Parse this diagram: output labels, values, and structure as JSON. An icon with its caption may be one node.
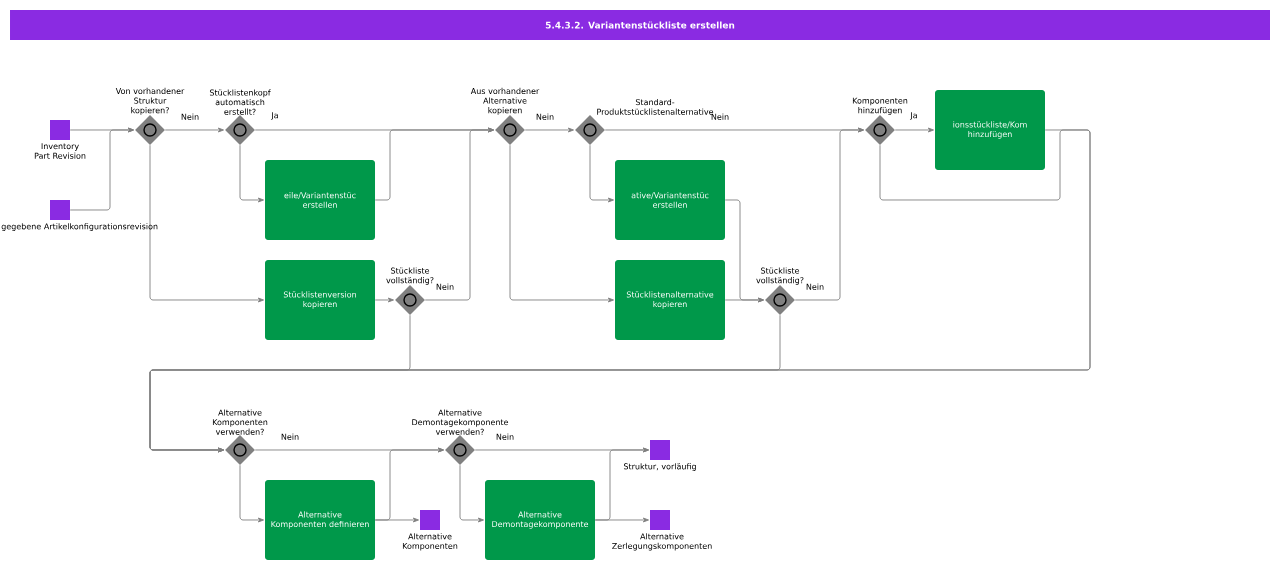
{
  "diagram": {
    "title": "5.4.3.2. Variantenstückliste erstellen",
    "nodes": [
      {
        "text": [],
        "shape": "box",
        "beside": [
          "Inventory Part Revision"
        ]
      },
      {
        "text": [],
        "shape": "box",
        "beside": [
          "gegebene Artikelkonfigurationsrevision"
        ]
      },
      {
        "text": [],
        "shape": "diamond",
        "beside": [
          "Von vorhandener Struktur kopieren?"
        ]
      },
      {
        "text": [],
        "shape": "diamond",
        "beside": [
          "Stücklistenkopf automatisch erstellt?"
        ]
      },
      {
        "text": [
          "eile/Variantenstüc erstellen"
        ]
      },
      {
        "text": [
          "Stücklistenversion kopieren"
        ]
      },
      {
        "text": [],
        "shape": "diamond",
        "beside": [
          "Stückliste vollständig?"
        ]
      },
      {
        "text": [],
        "shape": "diamond",
        "beside": [
          "Aus vorhandener Alternative kopieren"
        ]
      },
      {
        "text": [],
        "shape": "diamond",
        "beside": [
          "Standard-Produktstücklistenalternative"
        ]
      },
      {
        "text": [
          "ative/Variantenstüc erstellen"
        ]
      },
      {
        "text": [
          "Stücklistenalternative kopieren"
        ]
      },
      {
        "text": [],
        "shape": "diamond",
        "beside": [
          "Stückliste vollständig?"
        ]
      },
      {
        "text": [],
        "shape": "diamond",
        "beside": [
          "Komponenten hinzufügen"
        ]
      },
      {
        "text": [
          "ionsstückliste/Kom hinzufügen"
        ]
      },
      {
        "text": [],
        "shape": "diamond",
        "beside": [
          "Alternative Komponenten verwenden?"
        ]
      },
      {
        "text": [
          "Alternative Komponenten definieren"
        ]
      },
      {
        "text": [],
        "shape": "box",
        "beside": [
          "Alternative Komponenten"
        ]
      },
      {
        "text": [],
        "shape": "diamond",
        "beside": [
          "Alternative Demontagekomponente verwenden?"
        ]
      },
      {
        "text": [
          "Alternative Demontagekomponente"
        ]
      },
      {
        "text": [],
        "shape": "box",
        "beside": [
          "Struktur, vorläufig"
        ]
      },
      {
        "text": [],
        "shape": "box",
        "beside": [
          "Alternative Zerlegungskomponenten"
        ]
      }
    ],
    "edges": [
      {
        "from": 0,
        "to": 2,
        "arrow": "to"
      },
      {
        "from": 1,
        "to": 2,
        "arrow": "to"
      },
      {
        "from": 2,
        "to": 3,
        "arrow": "to",
        "label": "Nein"
      },
      {
        "from": 2,
        "to": 5,
        "arrow": "to"
      },
      {
        "from": 3,
        "to": 4,
        "arrow": "to"
      },
      {
        "from": 3,
        "to": 7,
        "arrow": "to",
        "label": "Ja"
      },
      {
        "from": 4,
        "to": 7,
        "arrow": "to"
      },
      {
        "from": 5,
        "to": 6,
        "arrow": "to"
      },
      {
        "from": 6,
        "to": 7,
        "arrow": "to",
        "label": "Nein"
      },
      {
        "from": 7,
        "to": 8,
        "arrow": "to",
        "label": "Nein"
      },
      {
        "from": 7,
        "to": 10,
        "arrow": "to"
      },
      {
        "from": 8,
        "to": 9,
        "arrow": "to"
      },
      {
        "from": 8,
        "to": 12,
        "arrow": "to",
        "label": "Nein"
      },
      {
        "from": 9,
        "to": 11,
        "arrow": "to"
      },
      {
        "from": 10,
        "to": 11,
        "arrow": "to"
      },
      {
        "from": 11,
        "to": 12,
        "arrow": "to",
        "label": "Nein"
      },
      {
        "from": 12,
        "to": 13,
        "arrow": "to",
        "label": "Ja"
      },
      {
        "from": 13,
        "to": 14,
        "arrow": "to"
      },
      {
        "from": 12,
        "to": 14,
        "arrow": "to"
      },
      {
        "from": 11,
        "to": 14,
        "arrow": "to"
      },
      {
        "from": 6,
        "to": 14,
        "arrow": "to"
      },
      {
        "from": 14,
        "to": 17,
        "arrow": "to",
        "label": "Nein"
      },
      {
        "from": 14,
        "to": 15,
        "arrow": "to"
      },
      {
        "from": 15,
        "to": 17,
        "arrow": "to"
      },
      {
        "from": 15,
        "to": 16,
        "arrow": "to"
      },
      {
        "from": 17,
        "to": 18,
        "arrow": "to"
      },
      {
        "from": 17,
        "to": 19,
        "arrow": "to",
        "label": "Nein"
      },
      {
        "from": 18,
        "to": 19,
        "arrow": "to"
      },
      {
        "from": 18,
        "to": 20,
        "arrow": "to"
      }
    ]
  }
}
